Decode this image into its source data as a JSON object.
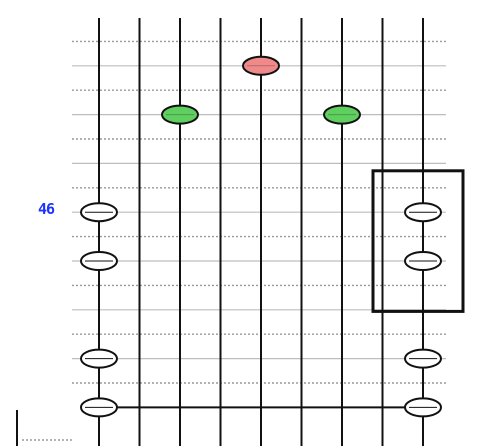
{
  "diagram": {
    "type": "pin-grid",
    "column_count": 9,
    "row_count": 15,
    "colors": {
      "background": "#ffffff",
      "column_line": "#111111",
      "row_line": "#bdbdbd",
      "dashed_row_line": "#9a9a9a",
      "node_fill": "#ffffff",
      "node_stroke": "#111111",
      "green_node": "#5fcf5f",
      "red_node": "#f08a8a",
      "label_color": "#1a33ff"
    },
    "row_styles": [
      "dashed",
      "solid",
      "dashed",
      "solid",
      "dashed",
      "solid",
      "dashed",
      "solid",
      "dashed",
      "solid",
      "dashed",
      "solid",
      "dashed",
      "solid",
      "dashed"
    ],
    "labels": [
      {
        "text": "46",
        "row": 8
      }
    ],
    "nodes": [
      {
        "column": 5,
        "row": 2,
        "color": "red"
      },
      {
        "column": 3,
        "row": 4,
        "color": "green"
      },
      {
        "column": 7,
        "row": 4,
        "color": "green"
      },
      {
        "column": 1,
        "row": 8,
        "color": "white"
      },
      {
        "column": 9,
        "row": 8,
        "color": "white"
      },
      {
        "column": 1,
        "row": 10,
        "color": "white"
      },
      {
        "column": 9,
        "row": 10,
        "color": "white"
      },
      {
        "column": 1,
        "row": 14,
        "color": "white"
      },
      {
        "column": 9,
        "row": 14,
        "color": "white"
      },
      {
        "column": 1,
        "row": 16,
        "color": "white"
      },
      {
        "column": 9,
        "row": 16,
        "color": "white"
      }
    ],
    "connectors": [
      {
        "row": 16,
        "from_column": 1,
        "to_column": 9
      }
    ],
    "highlight_box": {
      "columns": [
        9,
        9
      ],
      "rows": [
        7,
        11
      ]
    }
  }
}
